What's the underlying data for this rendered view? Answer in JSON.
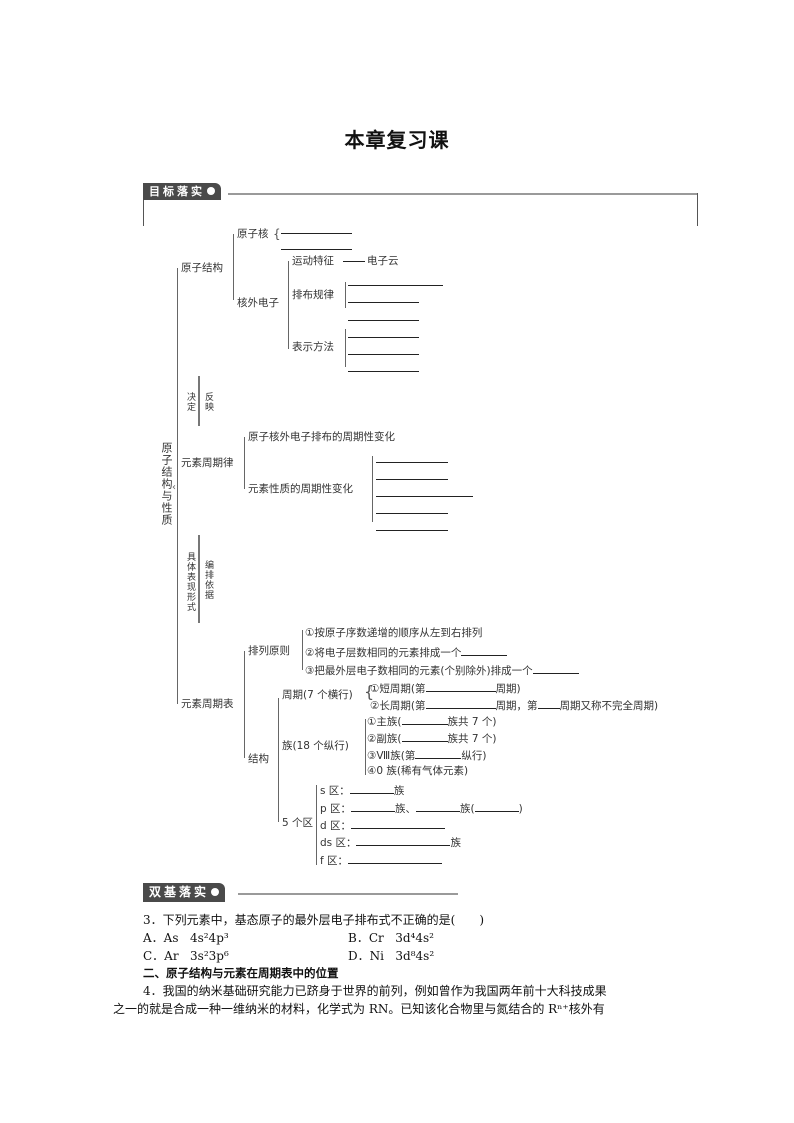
{
  "page_title": "本章复习课",
  "sections": {
    "goal": {
      "label": "目标落实"
    },
    "basics": {
      "label": "双基落实"
    }
  },
  "mindmap": {
    "root": "原子结构与性质",
    "atomic_structure": {
      "label": "原子结构",
      "nucleus": "原子核",
      "electrons": {
        "label": "核外电子",
        "motion": "运动特征",
        "motion_value": "电子云",
        "arrangement": "排布规律",
        "representation": "表示方法"
      }
    },
    "links_1": {
      "down": "决定",
      "up": "反映"
    },
    "periodic_law": {
      "label": "元素周期律",
      "electron_change": "原子核外电子排布的周期性变化",
      "property_change": "元素性质的周期性变化"
    },
    "links_2": {
      "down": "具体表现形式",
      "up": "编排依据"
    },
    "periodic_table": {
      "label": "元素周期表",
      "principles": {
        "label": "排列原则",
        "items": [
          "①按原子序数递增的顺序从左到右排列",
          "②将电子层数相同的元素排成一个",
          "③把最外层电子数相同的元素(个别除外)排成一个"
        ]
      },
      "structure": {
        "label": "结构",
        "periods": {
          "label": "周期(7 个横行)",
          "short_prefix": "①短周期(第",
          "short_suffix": "周期)",
          "long_prefix": "②长周期(第",
          "long_mid": "周期，第",
          "long_suffix": "周期又称不完全周期)"
        },
        "groups": {
          "label": "族(18 个纵行)",
          "main_prefix": "①主族(",
          "main_suffix": "族共 7 个)",
          "sub_prefix": "②副族(",
          "sub_suffix": "族共 7 个)",
          "viii_prefix": "③Ⅷ族(第",
          "viii_suffix": "纵行)",
          "zero": "④0 族(稀有气体元素)"
        },
        "blocks": {
          "label": "5 个区",
          "s_label": "s 区：",
          "s_suffix": "族",
          "p_label": "p 区：",
          "p_mid": "族、",
          "p_suffix": "族(",
          "p_close": ")",
          "d_label": "d 区：",
          "ds_label": "ds 区：",
          "ds_suffix": "族",
          "f_label": "f 区："
        }
      }
    }
  },
  "questions": {
    "q3": {
      "stem": "3．下列元素中，基态原子的最外层电子排布式不正确的是(　　)",
      "options": [
        {
          "key": "A．As",
          "config": "4s²4p³"
        },
        {
          "key": "B．Cr",
          "config": "3d⁴4s²"
        },
        {
          "key": "C．Ar",
          "config": "3s²3p⁶"
        },
        {
          "key": "D．Ni",
          "config": "3d⁸4s²"
        }
      ]
    },
    "section2_heading": "二、原子结构与元素在周期表中的位置",
    "q4": {
      "line1": "4．我国的纳米基础研究能力已跻身于世界的前列，例如曾作为我国两年前十大科技成果",
      "line2": "之一的就是合成一种一维纳米的材料，化学式为 RN。已知该化合物里与氮结合的 Rⁿ⁺核外有"
    }
  }
}
